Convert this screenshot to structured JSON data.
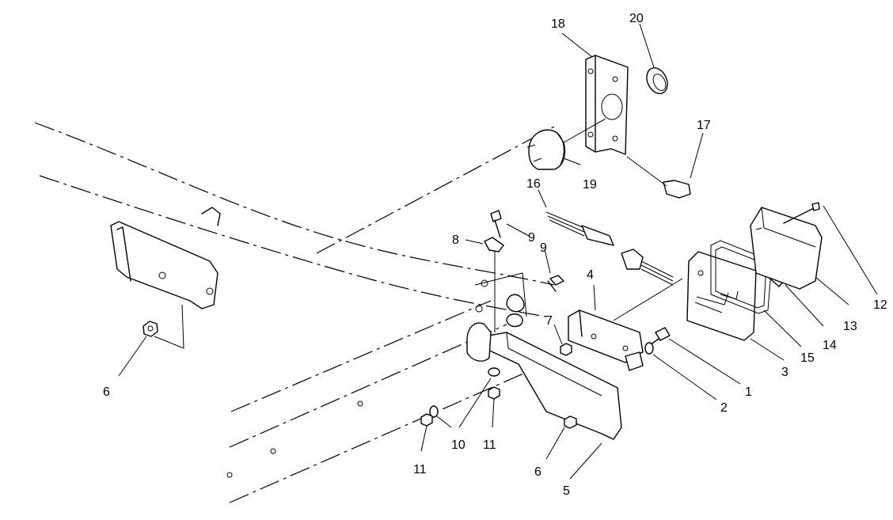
{
  "callouts": {
    "c1": "1",
    "c2": "2",
    "c3": "3",
    "c4": "4",
    "c5": "5",
    "c6a": "6",
    "c6b": "6",
    "c7": "7",
    "c8": "8",
    "c9a": "9",
    "c9b": "9",
    "c10": "10",
    "c11a": "11",
    "c11b": "11",
    "c12": "12",
    "c13": "13",
    "c14": "14",
    "c15": "15",
    "c16": "16",
    "c17": "17",
    "c18": "18",
    "c19": "19",
    "c20": "20"
  }
}
